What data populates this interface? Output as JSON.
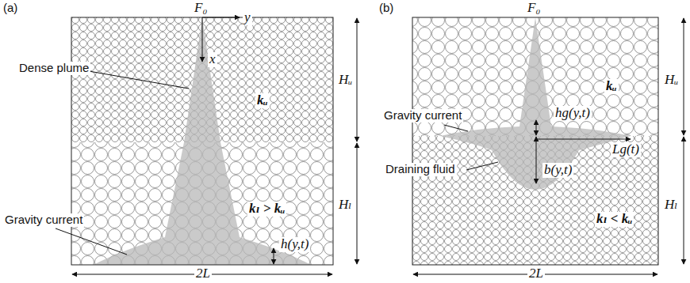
{
  "diagram": {
    "labels": [
      "(a)",
      "F₀",
      "y",
      "Dense plume",
      "x",
      "kᵤ",
      "Hᵤ",
      "kₗ > kᵤ",
      "Hₗ",
      "Gravity current",
      "h(y,t)",
      "2L",
      "(b)",
      "F₀",
      "Gravity current",
      "hg(y,t)",
      "Lg(t)",
      "Draining fluid",
      "b(y,t)",
      "kᵤ",
      "Hᵤ",
      "Hₗ",
      "kₗ < kᵤ",
      "2L"
    ]
  }
}
